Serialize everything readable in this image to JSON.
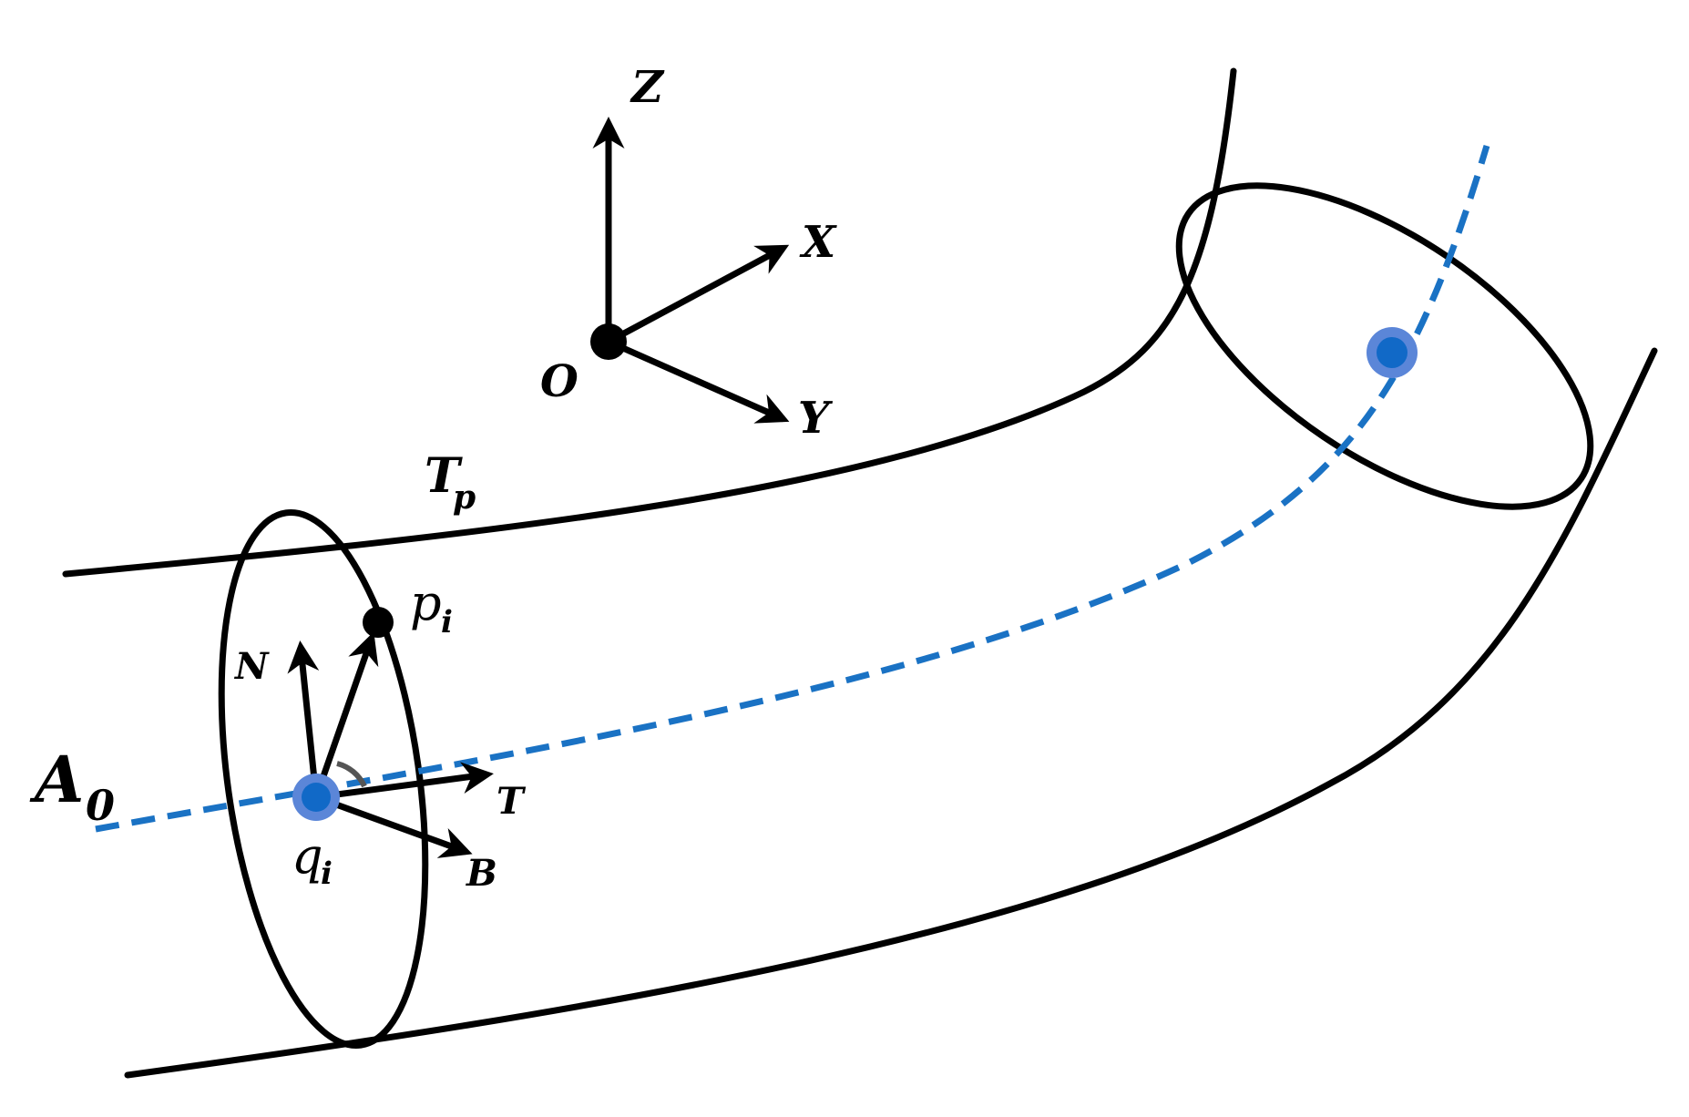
{
  "labels": {
    "axis_z": "Z",
    "axis_x": "X",
    "axis_y": "Y",
    "origin": "O",
    "tube": "T",
    "tube_sub": "p",
    "axis_curve": "A",
    "axis_curve_sub": "0",
    "surface_point": "p",
    "surface_point_sub": "i",
    "axis_point": "q",
    "axis_point_sub": "i",
    "normal": "N",
    "tangent": "T",
    "binormal": "B"
  },
  "colors": {
    "stroke": "#000000",
    "axis_curve": "#1a72c4",
    "axis_point_fill": "#1169c7",
    "axis_point_halo": "#5b86d8",
    "angle_arc": "#555555"
  }
}
